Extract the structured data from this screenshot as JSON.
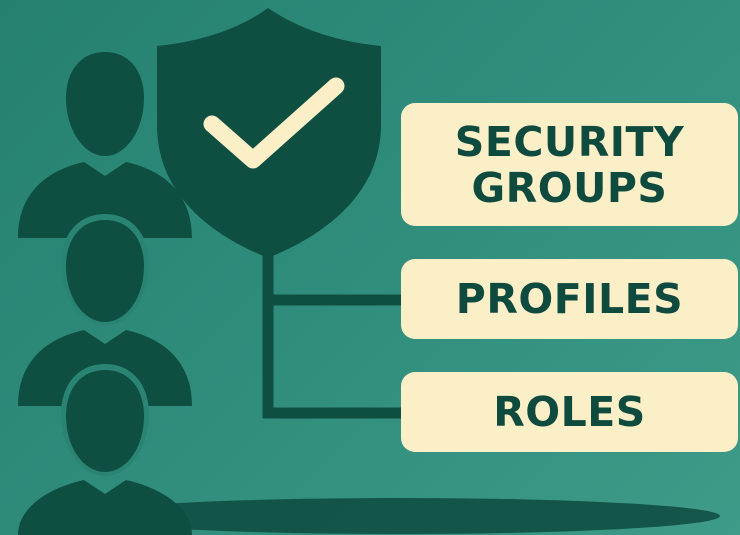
{
  "labels": {
    "security_line1": "SECURITY",
    "security_line2": "GROUPS",
    "profiles": "PROFILES",
    "roles": "ROLES"
  },
  "colors": {
    "background": "#2f8c7b",
    "figure": "#0e4f42",
    "box": "#fbefc8",
    "text": "#0f4a3e",
    "check": "#fbefc8"
  },
  "icons": [
    "shield-check-icon",
    "user-icon"
  ]
}
